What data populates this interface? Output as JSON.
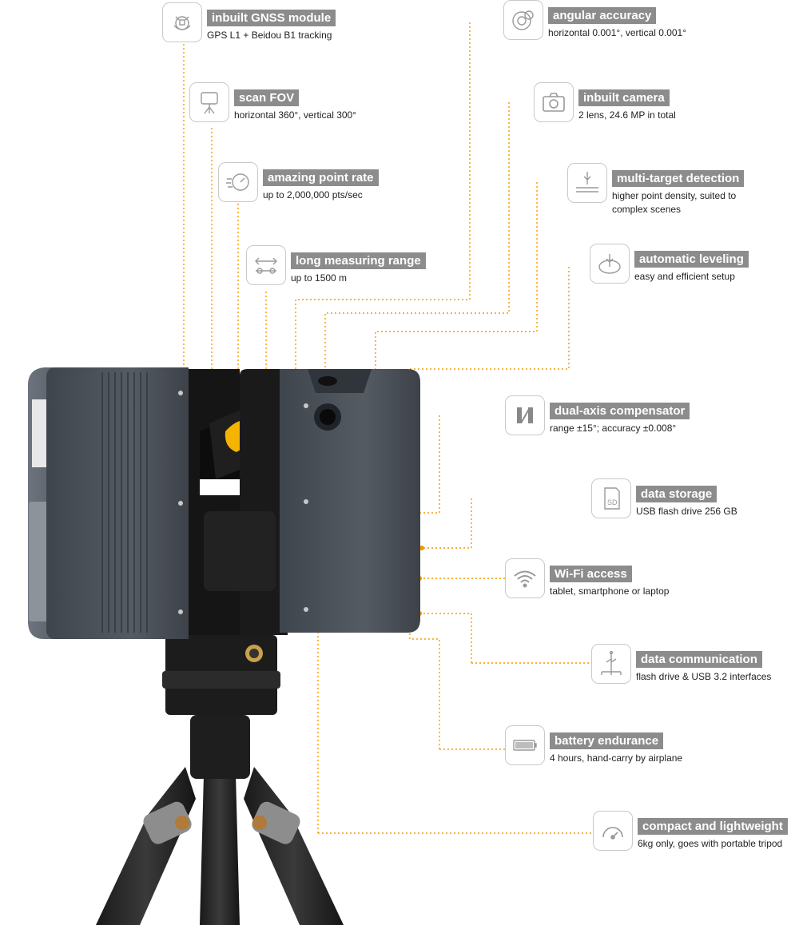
{
  "features": [
    {
      "id": "gnss",
      "title": "inbuilt GNSS module",
      "desc": [
        "GPS L1 + Beidou B1 tracking"
      ],
      "icon": "satellite-icon"
    },
    {
      "id": "fov",
      "title": "scan FOV",
      "desc": [
        "horizontal 360°, vertical 300°"
      ],
      "icon": "scanner-fov-icon"
    },
    {
      "id": "rate",
      "title": "amazing point rate",
      "desc": [
        "up to 2,000,000 pts/sec"
      ],
      "icon": "speed-clock-icon"
    },
    {
      "id": "range",
      "title": "long measuring range",
      "desc": [
        "up to 1500 m"
      ],
      "icon": "range-arrow-icon"
    },
    {
      "id": "angular",
      "title": "angular accuracy",
      "desc": [
        "horizontal 0.001°, vertical 0.001°"
      ],
      "icon": "target-dial-icon"
    },
    {
      "id": "camera",
      "title": "inbuilt camera",
      "desc": [
        "2 lens, 24.6 MP in total"
      ],
      "icon": "camera-icon"
    },
    {
      "id": "multi",
      "title": "multi-target detection",
      "desc": [
        "higher point density, suited to",
        "complex scenes"
      ],
      "icon": "multi-target-icon"
    },
    {
      "id": "leveling",
      "title": "automatic leveling",
      "desc": [
        "easy and efficient setup"
      ],
      "icon": "level-bubble-icon"
    },
    {
      "id": "compensator",
      "title": "dual-axis compensator",
      "desc": [
        "range ±15°; accuracy ±0.008°"
      ],
      "icon": "compensator-icon"
    },
    {
      "id": "storage",
      "title": "data storage",
      "desc": [
        "USB flash drive 256 GB"
      ],
      "icon": "sd-card-icon"
    },
    {
      "id": "wifi",
      "title": "Wi-Fi access",
      "desc": [
        "tablet, smartphone or laptop"
      ],
      "icon": "wifi-icon"
    },
    {
      "id": "comm",
      "title": "data communication",
      "desc": [
        "flash drive & USB 3.2 interfaces"
      ],
      "icon": "usb-icon"
    },
    {
      "id": "battery",
      "title": "battery endurance",
      "desc": [
        "4 hours, hand-carry by airplane"
      ],
      "icon": "battery-icon"
    },
    {
      "id": "compact",
      "title": "compact and lightweight",
      "desc": [
        "6kg only, goes with portable tripod"
      ],
      "icon": "weight-gauge-icon"
    }
  ],
  "colors": {
    "accent": "#f39800",
    "label_bg": "#8c8c8c",
    "body": "#4c525a",
    "body_dark": "#3a3f46"
  }
}
